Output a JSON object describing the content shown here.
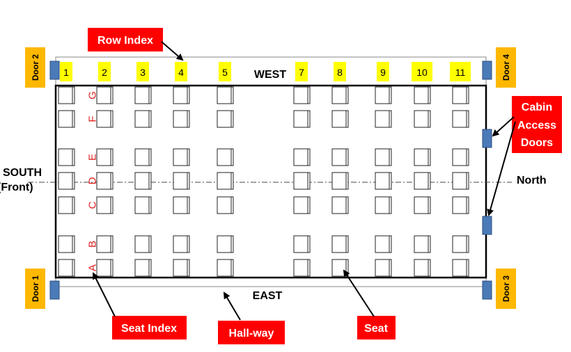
{
  "compass": {
    "west": "WEST",
    "east": "EAST",
    "south": "SOUTH",
    "front": "(Front)",
    "north": "North"
  },
  "doors": {
    "door1": "Door 1",
    "door2": "Door 2",
    "door3": "Door 3",
    "door4": "Door 4"
  },
  "rows": [
    "1",
    "2",
    "3",
    "4",
    "5",
    "7",
    "8",
    "9",
    "10",
    "11"
  ],
  "seat_letters": [
    "G",
    "F",
    "E",
    "D",
    "C",
    "B",
    "A"
  ],
  "callouts": {
    "row_index": "Row Index",
    "cabin_access_doors": [
      "Cabin",
      "Access",
      "Doors"
    ],
    "seat_index": "Seat Index",
    "hallway": "Hall-way",
    "seat": "Seat"
  },
  "colors": {
    "callout_bg": "#ff0000",
    "row_tag": "#ffff00",
    "door_tag": "#ffb800",
    "door_block": "#4a7ab8",
    "seat_letter": "#e02020"
  }
}
